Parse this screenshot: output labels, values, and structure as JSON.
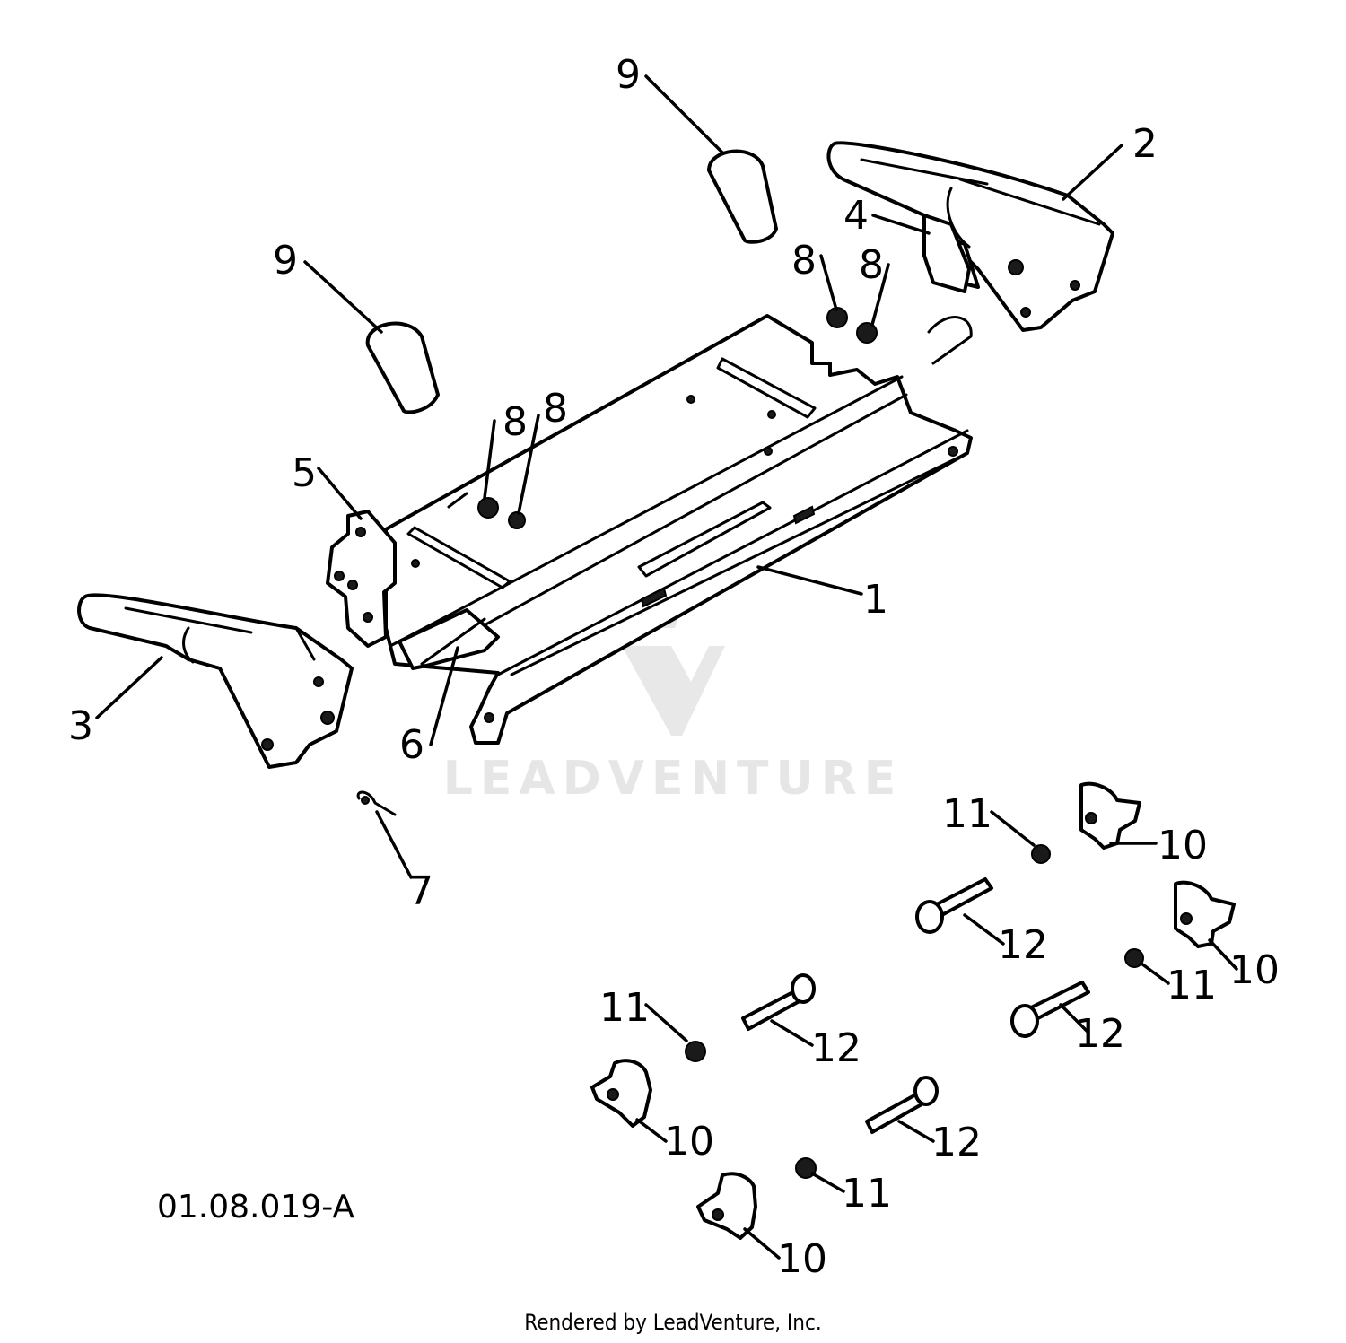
{
  "diagram": {
    "drawing_number": "01.08.019-A",
    "credit": "Rendered by LeadVenture, Inc.",
    "watermark": "LEADVENTURE",
    "callouts": [
      {
        "id": "c1",
        "label": "1"
      },
      {
        "id": "c2",
        "label": "2"
      },
      {
        "id": "c3",
        "label": "3"
      },
      {
        "id": "c4",
        "label": "4"
      },
      {
        "id": "c5",
        "label": "5"
      },
      {
        "id": "c6",
        "label": "6"
      },
      {
        "id": "c7",
        "label": "7"
      },
      {
        "id": "c8a",
        "label": "8"
      },
      {
        "id": "c8b",
        "label": "8"
      },
      {
        "id": "c8c",
        "label": "8"
      },
      {
        "id": "c8d",
        "label": "8"
      },
      {
        "id": "c9a",
        "label": "9"
      },
      {
        "id": "c9b",
        "label": "9"
      },
      {
        "id": "c10a",
        "label": "10"
      },
      {
        "id": "c10b",
        "label": "10"
      },
      {
        "id": "c10c",
        "label": "10"
      },
      {
        "id": "c10d",
        "label": "10"
      },
      {
        "id": "c11a",
        "label": "11"
      },
      {
        "id": "c11b",
        "label": "11"
      },
      {
        "id": "c11c",
        "label": "11"
      },
      {
        "id": "c11d",
        "label": "11"
      },
      {
        "id": "c12a",
        "label": "12"
      },
      {
        "id": "c12b",
        "label": "12"
      },
      {
        "id": "c12c",
        "label": "12"
      },
      {
        "id": "c12d",
        "label": "12"
      }
    ]
  }
}
